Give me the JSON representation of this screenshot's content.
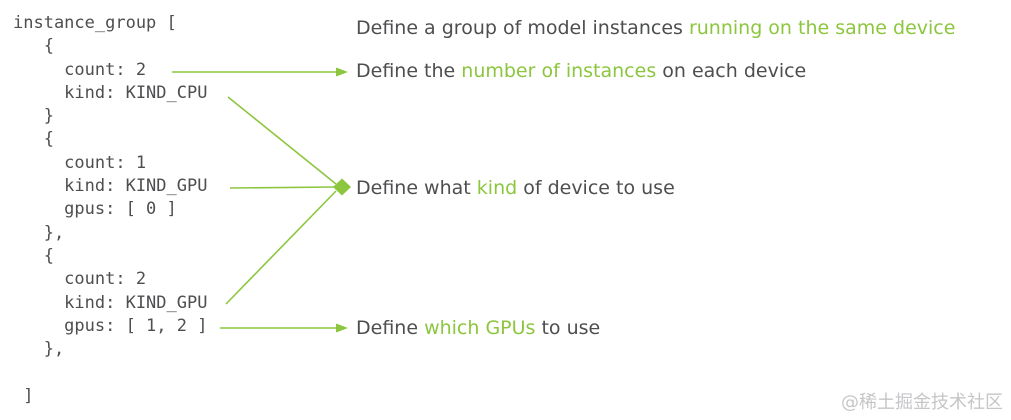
{
  "code": {
    "lines": [
      "instance_group [",
      "   {",
      "     count: 2",
      "     kind: KIND_CPU",
      "   }",
      "   {",
      "     count: 1",
      "     kind: KIND_GPU",
      "     gpus: [ 0 ]",
      "   },",
      "   {",
      "     count: 2",
      "     kind: KIND_GPU",
      "     gpus: [ 1, 2 ]",
      "   },",
      "",
      " ]"
    ]
  },
  "annotations": [
    {
      "pre": "Define a group of model instances ",
      "highlight": "running on the same device",
      "post": ""
    },
    {
      "pre": "Define the ",
      "highlight": "number of instances",
      "post": " on each device"
    },
    {
      "pre": "Define what ",
      "highlight": "kind",
      "post": " of device to use"
    },
    {
      "pre": "Define ",
      "highlight": "which GPUs",
      "post": " to use"
    }
  ],
  "watermark": "@稀土掘金技术社区",
  "colors": {
    "green": "#8CC63F",
    "arrow": "#8CC63F",
    "text": "#4D4E50",
    "code": "#4D4E50",
    "watermark": "#C6C6C8",
    "bg": "#FFFFFF"
  }
}
